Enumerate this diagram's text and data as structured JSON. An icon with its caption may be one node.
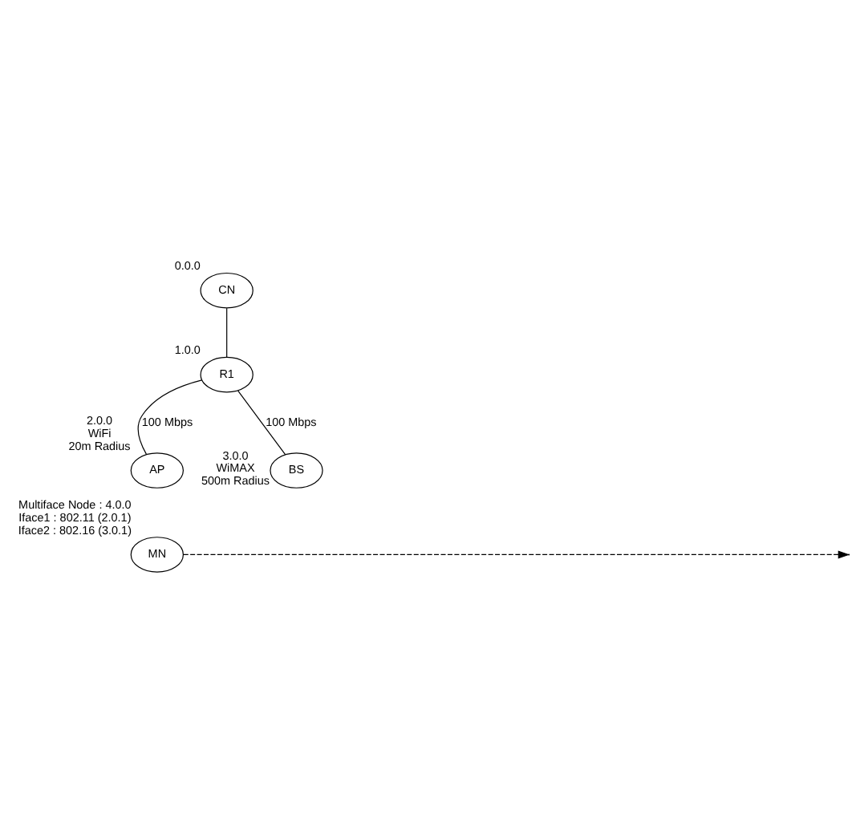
{
  "diagram": {
    "nodes": [
      {
        "text": [
          "CN"
        ],
        "beside": [
          "0.0.0"
        ]
      },
      {
        "text": [
          "R1"
        ],
        "beside": [
          "1.0.0"
        ]
      },
      {
        "text": [
          "AP"
        ],
        "beside": [
          "2.0.0",
          "WiFi",
          "20m Radius"
        ]
      },
      {
        "text": [
          "BS"
        ],
        "beside": [
          "3.0.0",
          "WiMAX",
          "500m Radius"
        ]
      },
      {
        "text": [
          "MN"
        ],
        "beside": [
          "Multiface Node : 4.0.0",
          "Iface1 : 802.11 (2.0.1)",
          "Iface2 : 802.16 (3.0.1)"
        ]
      }
    ],
    "edges": [
      {
        "from": 0,
        "to": 1,
        "arrow": "none"
      },
      {
        "from": 1,
        "to": 2,
        "arrow": "none",
        "label": "100 Mbps"
      },
      {
        "from": 1,
        "to": 3,
        "arrow": "none",
        "label": "100 Mbps"
      },
      {
        "from": 4,
        "to": null,
        "arrow": "to",
        "style": "dashed"
      }
    ]
  }
}
